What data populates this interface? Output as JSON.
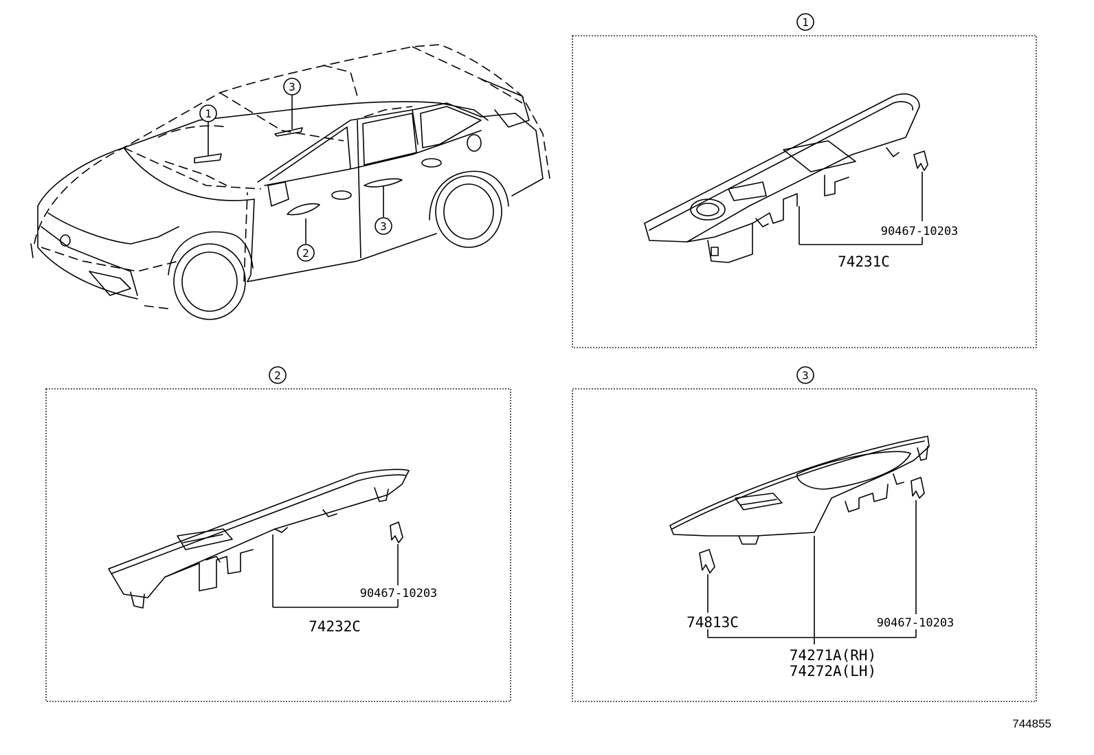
{
  "callouts": [
    "1",
    "2",
    "3"
  ],
  "parts": {
    "p1_switch_panel": "74231C",
    "p1_clip": "90467-10203",
    "p2_switch_panel": "74232C",
    "p2_clip": "90467-10203",
    "p3_clip_a": "74813C",
    "p3_clip_b": "90467-10203",
    "p3_panel_rh": "74271A(RH)",
    "p3_panel_lh": "74272A(LH)"
  },
  "figure_id": "744855"
}
